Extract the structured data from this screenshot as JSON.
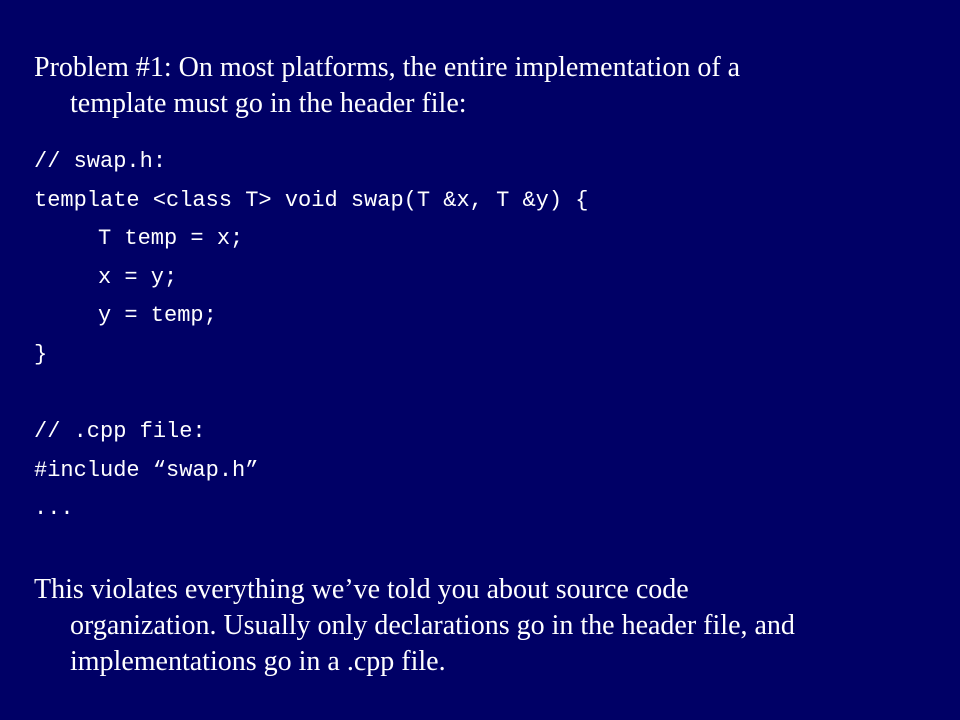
{
  "intro": {
    "line1": "Problem #1: On most platforms, the entire implementation of a",
    "line2": "template must go in the header file:"
  },
  "code": {
    "header_comment": "// swap.h:",
    "signature": "template <class T> void swap(T &x, T &y) {",
    "body": [
      "T temp = x;",
      "x = y;",
      "y = temp;"
    ],
    "closing_brace": "}",
    "cpp_comment": "// .cpp file:",
    "include_line": "#include “swap.h”",
    "ellipsis": "..."
  },
  "outro": {
    "line1": "This violates everything we’ve told you about source code",
    "line2": "organization.  Usually only declarations go in the header file, and",
    "line3": "implementations go in a .cpp file."
  }
}
